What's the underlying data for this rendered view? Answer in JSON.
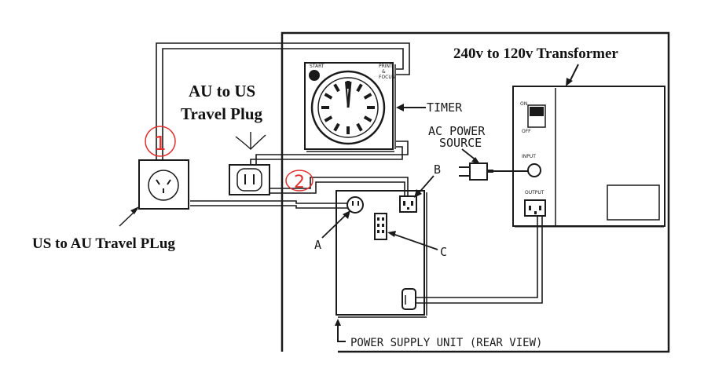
{
  "labels": {
    "transformer": "240v to 120v Transformer",
    "au_to_us_line1": "AU to US",
    "au_to_us_line2": "Travel Plug",
    "us_to_au": "US to AU Travel PLug",
    "timer": "TIMER",
    "ac_power_line1": "AC POWER",
    "ac_power_line2": "SOURCE",
    "psu": "POWER SUPPLY UNIT (REAR VIEW)",
    "callout_a": "A",
    "callout_b": "B",
    "callout_c": "C",
    "marker_1": "1",
    "marker_2": "2"
  },
  "timer_face": {
    "start": "START",
    "print_line1": "PRINT",
    "print_line2": "&",
    "print_line3": "FOCUS"
  },
  "transformer_panel": {
    "on": "ON",
    "off": "OFF",
    "input": "INPUT",
    "output": "OUTPUT"
  },
  "colors": {
    "ink": "#1a1a1a",
    "annotation_red": "#e03030"
  }
}
